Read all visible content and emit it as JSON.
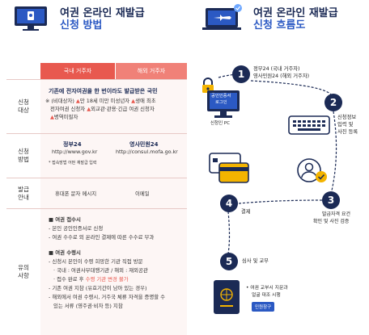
{
  "left_header": {
    "title_line1": "여권 온라인 재발급",
    "title_line2": "신청 방법"
  },
  "right_header": {
    "title_line1": "여권 온라인 재발급",
    "title_line2": "신청 흐름도"
  },
  "table": {
    "col_domestic": "국내 거주자",
    "col_overseas": "해외 거주자",
    "rows": {
      "eligibility": {
        "label1": "신청",
        "label2": "대상",
        "headline": "기존에 전자여권을 한 번이라도 발급받은 국민",
        "l1_a": "※ (비대상자) ",
        "l1_b": "▲",
        "l1_c": "만 18세 미만 미성년자 ",
        "l1_d": "▲",
        "l1_e": "생애 최초",
        "l2_a": "전자여권 신청자 ",
        "l2_b": "▲",
        "l2_c": "외교관·관용·긴급 여권 신청자",
        "l3_a": "▲",
        "l3_b": "병역미필자"
      },
      "method": {
        "label1": "신청",
        "label2": "방법",
        "domestic_name": "정부24",
        "domestic_url": "http://www.gov.kr",
        "overseas_name": "영사민원24",
        "overseas_url": "http://consul.mofa.go.kr",
        "note": "* 접속방법 어떤 재발급 입력"
      },
      "notice": {
        "label1": "발급",
        "label2": "안내",
        "domestic": "휴대폰 문자 메시지",
        "overseas": "이메일"
      },
      "caution": {
        "label1": "유의",
        "label2": "사항",
        "sec1_title": "■ 여권 접수시",
        "sec1_l1": "- 본인 공인인증서로 신청",
        "sec1_l2": "- 여권 수수료 외 온라인 결제에 따른 수수료 부과",
        "sec2_title": "■ 여권 수령시",
        "sec2_l1": "- 신청시 본인이 수령 희망한 기관 직접 방문",
        "sec2_l2": "· 국내 : 여권사무대행기관 / 해외 : 재외공관",
        "sec2_l3_a": "· 접수 완료 후 ",
        "sec2_l3_b": "수령 기관 변경 불가",
        "sec2_l4": "- 기존 여권 지참 (유효기간이 남아 있는 경우)",
        "sec2_l5": "- 해외에서 여권 수령시, 거주국 체류 자격을 증명할 수",
        "sec2_l6": "있는 서류 (영주권·비자 등) 지참"
      }
    }
  },
  "flow": {
    "pc_cert_label1": "공인인증서",
    "pc_cert_label2": "로그인",
    "pc_caption": "신청인 PC",
    "step1_num": "1",
    "step1_l1": "정부24 (국내 거주자)",
    "step1_l2": "영사민원24 (해외 거주자)",
    "step2_num": "2",
    "step2_l1": "신청정보",
    "step2_l2": "입력 및",
    "step2_l3": "사진 등록",
    "step3_num": "3",
    "step3_l1": "발급자격 요건",
    "step3_l2": "확인 및 사진 검증",
    "step4_num": "4",
    "step4_label": "결제",
    "step5_num": "5",
    "step5_label": "심사 및 교부",
    "passport_note_l1": "• 여권 교부시 지문과",
    "passport_note_l2": "얼굴 대조 시행",
    "passport_badge": "민원창구"
  },
  "colors": {
    "navy": "#1b2a55",
    "blue": "#2b59c3",
    "coral": "#e8594f"
  }
}
